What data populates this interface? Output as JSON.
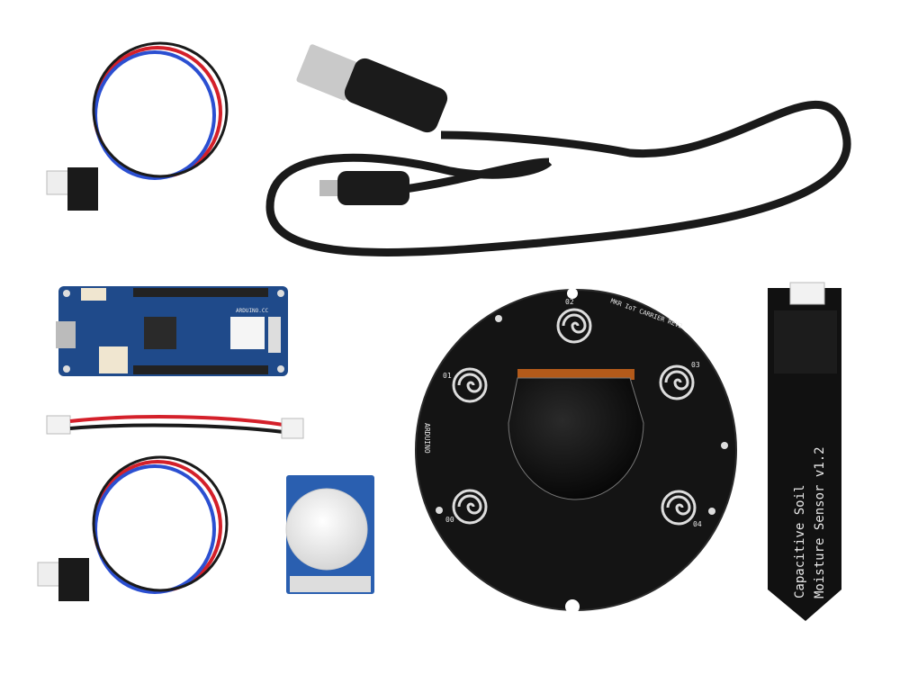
{
  "image": {
    "kind": "product-photo",
    "background_color": "#ffffff"
  },
  "items": {
    "carrier_board": {
      "brand": "ARDUINO",
      "board_label": "MKR IoT CARRIER REV2",
      "pads": [
        "00",
        "01",
        "02",
        "03",
        "04"
      ],
      "color": "#141414"
    },
    "mkr_board": {
      "silk_label": "ARDUINO.CC",
      "color": "#1f4a8a"
    },
    "soil_sensor": {
      "line1": "Capacitive Soil",
      "line2": "Moisture Sensor v1.2",
      "color": "#111111"
    },
    "cable_colors": {
      "red": "#d4202a",
      "blue": "#2b4fd1",
      "black": "#1a1a1a"
    }
  }
}
